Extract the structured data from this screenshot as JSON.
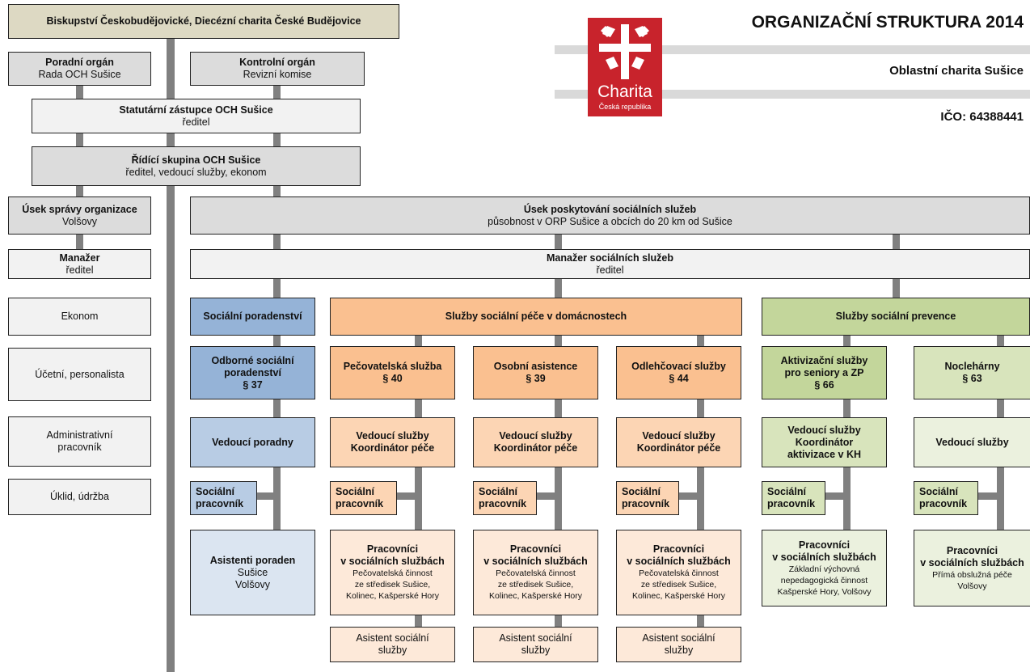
{
  "header": {
    "title": "ORGANIZAČNÍ STRUKTURA 2014",
    "subtitle": "Oblastní charita Sušice",
    "ico": "IČO: 64388441",
    "logo_text": "Charita",
    "logo_subtext": "Česká republika"
  },
  "top": {
    "diocese": "Biskupství Českobudějovické,  Diecézní charita České Budějovice",
    "advisory_title": "Poradní orgán",
    "advisory_sub": "Rada OCH Sušice",
    "control_title": "Kontrolní orgán",
    "control_sub": "Revizní komise",
    "statutory_title": "Statutární zástupce OCH Sušice",
    "statutory_sub": "ředitel",
    "steering_title": "Řídící skupina OCH Sušice",
    "steering_sub": "ředitel, vedoucí služby, ekonom"
  },
  "admin": {
    "section_title": "Úsek správy organizace",
    "section_sub": "Volšovy",
    "manager_title": "Manažer",
    "manager_sub": "ředitel",
    "economist": "Ekonom",
    "accountant": "Účetní, personalista",
    "admin_worker_1": "Administrativní",
    "admin_worker_2": "pracovník",
    "cleaning": "Úklid, údržba"
  },
  "social": {
    "section_title": "Úsek poskytování sociálních služeb",
    "section_sub": "působnost v ORP Sušice a obcích do 20 km od Sušice",
    "manager_title": "Manažer sociálních služeb",
    "manager_sub": "ředitel"
  },
  "counseling": {
    "title": "Sociální poradenství",
    "service_1": "Odborné sociální",
    "service_2": "poradenství",
    "service_3": "§ 37",
    "head": "Vedoucí poradny",
    "worker_1": "Sociální",
    "worker_2": "pracovník",
    "assist_title": "Asistenti poraden",
    "assist_loc_1": "Sušice",
    "assist_loc_2": "Volšovy"
  },
  "care": {
    "title": "Služby sociální péče v domácnostech",
    "services": [
      {
        "name": "Pečovatelská služba",
        "par": "§ 40"
      },
      {
        "name": "Osobní asistence",
        "par": "§ 39"
      },
      {
        "name": "Odlehčovací služby",
        "par": "§ 44"
      }
    ],
    "head_1": "Vedoucí služby",
    "head_2": "Koordinátor péče",
    "worker_1": "Sociální",
    "worker_2": "pracovník",
    "staff_1": "Pracovníci",
    "staff_2": "v sociálních službách",
    "staff_d1": "Pečovatelská činnost",
    "staff_d2": "ze středisek Sušice,",
    "staff_d3": "Kolinec, Kašperské Hory",
    "assistant_1": "Asistent sociální",
    "assistant_2": "služby"
  },
  "prevention": {
    "title": "Služby sociální prevence",
    "act_1": "Aktivizační služby",
    "act_2": "pro seniory a ZP",
    "act_3": "§ 66",
    "night_1": "Noclehárny",
    "night_2": "§ 63",
    "act_head_1": "Vedoucí služby",
    "act_head_2": "Koordinátor",
    "act_head_3": "aktivizace v KH",
    "night_head": "Vedoucí služby",
    "worker_1": "Sociální",
    "worker_2": "pracovník",
    "staff_1": "Pracovníci",
    "staff_2": "v sociálních službách",
    "act_staff_d1": "Základní výchovná",
    "act_staff_d2": "nepedagogická činnost",
    "act_staff_d3": "Kašperské Hory, Volšovy",
    "night_staff_2": "v sociálních službách",
    "night_staff_d1": "Přímá obslužná péče",
    "night_staff_d2": "Volšovy"
  },
  "colors": {
    "connector": "#808080",
    "logo_red": "#c8232c",
    "counseling": "#95b3d7",
    "care": "#fac090",
    "prevention": "#c3d69b"
  }
}
